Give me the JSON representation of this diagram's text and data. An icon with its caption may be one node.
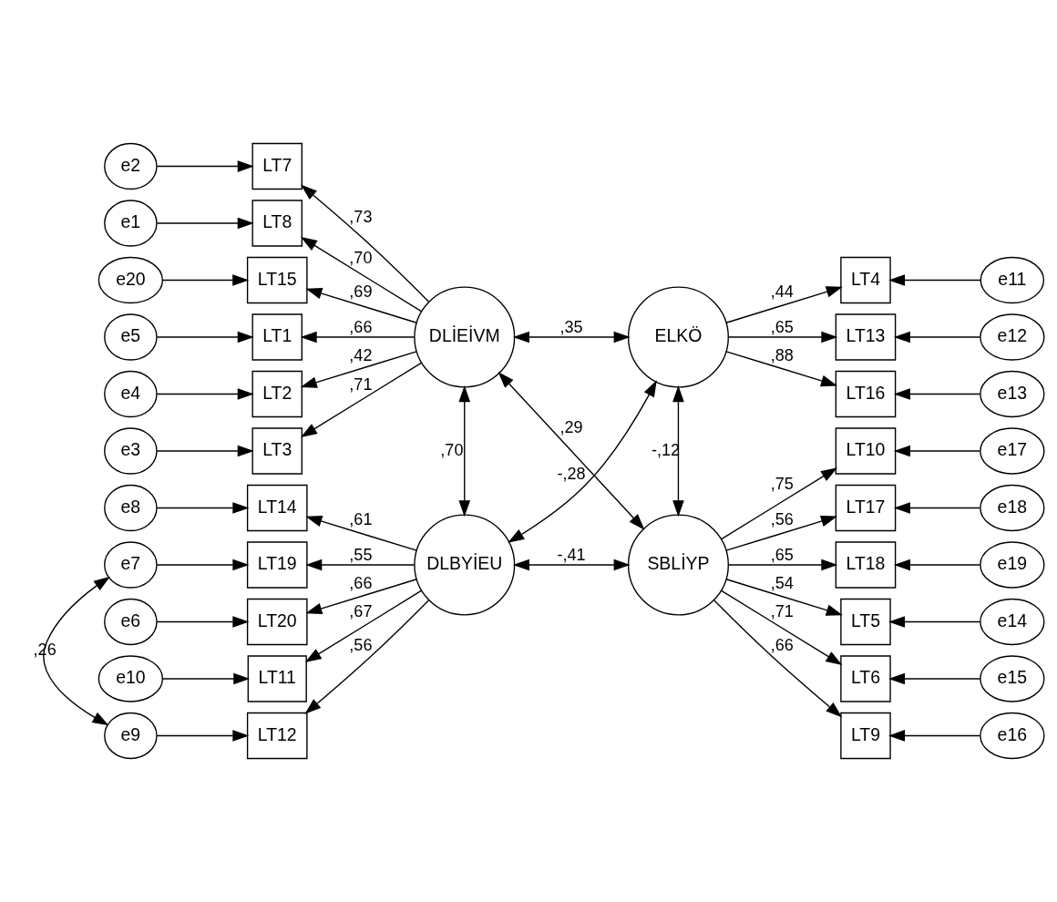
{
  "diagram": {
    "nodes": [
      {
        "text": [
          "e5"
        ]
      },
      {
        "text": [
          "LT1"
        ]
      },
      {
        "text": [
          "e4"
        ]
      },
      {
        "text": [
          "LT2"
        ]
      },
      {
        "text": [
          "e3"
        ]
      },
      {
        "text": [
          "LT3"
        ]
      },
      {
        "text": [
          "e2"
        ]
      },
      {
        "text": [
          "LT7"
        ]
      },
      {
        "text": [
          "e1"
        ]
      },
      {
        "text": [
          "LT8"
        ]
      },
      {
        "text": [
          "e20"
        ]
      },
      {
        "text": [
          "LT15"
        ]
      },
      {
        "text": [
          "DLİEİVM"
        ]
      },
      {
        "text": [
          "e10"
        ]
      },
      {
        "text": [
          "LT11"
        ]
      },
      {
        "text": [
          "e9"
        ]
      },
      {
        "text": [
          "LT12"
        ]
      },
      {
        "text": [
          "e8"
        ]
      },
      {
        "text": [
          "LT14"
        ]
      },
      {
        "text": [
          "e7"
        ]
      },
      {
        "text": [
          "LT19"
        ]
      },
      {
        "text": [
          "e6"
        ]
      },
      {
        "text": [
          "LT20"
        ]
      },
      {
        "text": [
          "DLBYİEU"
        ]
      },
      {
        "text": [
          "ELKÖ"
        ]
      },
      {
        "text": [
          "LT4"
        ]
      },
      {
        "text": [
          "e11"
        ]
      },
      {
        "text": [
          "LT13"
        ]
      },
      {
        "text": [
          "e12"
        ]
      },
      {
        "text": [
          "LT16"
        ]
      },
      {
        "text": [
          "e13"
        ]
      },
      {
        "text": [
          "SBLİYP"
        ]
      },
      {
        "text": [
          "LT5"
        ]
      },
      {
        "text": [
          "e14"
        ]
      },
      {
        "text": [
          "LT6"
        ]
      },
      {
        "text": [
          "e15"
        ]
      },
      {
        "text": [
          "LT9"
        ]
      },
      {
        "text": [
          "e16"
        ]
      },
      {
        "text": [
          "LT10"
        ]
      },
      {
        "text": [
          "e17"
        ]
      },
      {
        "text": [
          "LT17"
        ]
      },
      {
        "text": [
          "e18"
        ]
      },
      {
        "text": [
          "LT18"
        ]
      },
      {
        "text": [
          "e19"
        ]
      }
    ],
    "edges": [
      {
        "from": 0,
        "to": 1,
        "arrow": "to"
      },
      {
        "from": 2,
        "to": 3,
        "arrow": "to"
      },
      {
        "from": 4,
        "to": 5,
        "arrow": "to"
      },
      {
        "from": 6,
        "to": 7,
        "arrow": "to"
      },
      {
        "from": 8,
        "to": 9,
        "arrow": "to"
      },
      {
        "from": 10,
        "to": 11,
        "arrow": "to"
      },
      {
        "from": 12,
        "to": 1,
        "arrow": "to",
        "label": ",66"
      },
      {
        "from": 12,
        "to": 3,
        "arrow": "to",
        "label": ",42"
      },
      {
        "from": 12,
        "to": 5,
        "arrow": "to",
        "label": ",71"
      },
      {
        "from": 12,
        "to": 7,
        "arrow": "to",
        "label": ",73"
      },
      {
        "from": 12,
        "to": 9,
        "arrow": "to",
        "label": ",70"
      },
      {
        "from": 12,
        "to": 11,
        "arrow": "to",
        "label": ",69"
      },
      {
        "from": 13,
        "to": 14,
        "arrow": "to"
      },
      {
        "from": 15,
        "to": 16,
        "arrow": "to"
      },
      {
        "from": 17,
        "to": 18,
        "arrow": "to"
      },
      {
        "from": 19,
        "to": 20,
        "arrow": "to"
      },
      {
        "from": 21,
        "to": 22,
        "arrow": "to"
      },
      {
        "from": 15,
        "to": 19,
        "arrow": "both",
        "label": ",26"
      },
      {
        "from": 23,
        "to": 14,
        "arrow": "to",
        "label": ",67"
      },
      {
        "from": 23,
        "to": 16,
        "arrow": "to",
        "label": ",56"
      },
      {
        "from": 23,
        "to": 18,
        "arrow": "to",
        "label": ",61"
      },
      {
        "from": 23,
        "to": 20,
        "arrow": "to",
        "label": ",55"
      },
      {
        "from": 23,
        "to": 22,
        "arrow": "to",
        "label": ",66"
      },
      {
        "from": 12,
        "to": 24,
        "arrow": "both",
        "label": ",35"
      },
      {
        "from": 12,
        "to": 31,
        "arrow": "both",
        "label": ",29"
      },
      {
        "from": 23,
        "to": 24,
        "arrow": "both",
        "label": "-,28"
      },
      {
        "from": 12,
        "to": 23,
        "arrow": "both",
        "label": ",70"
      },
      {
        "from": 23,
        "to": 31,
        "arrow": "both",
        "label": "-,41"
      },
      {
        "from": 24,
        "to": 31,
        "arrow": "both",
        "label": "-,12"
      },
      {
        "from": 24,
        "to": 25,
        "arrow": "to",
        "label": ",44"
      },
      {
        "from": 24,
        "to": 27,
        "arrow": "to",
        "label": ",65"
      },
      {
        "from": 24,
        "to": 29,
        "arrow": "to",
        "label": ",88"
      },
      {
        "from": 26,
        "to": 25,
        "arrow": "to"
      },
      {
        "from": 28,
        "to": 27,
        "arrow": "to"
      },
      {
        "from": 30,
        "to": 29,
        "arrow": "to"
      },
      {
        "from": 31,
        "to": 32,
        "arrow": "to",
        "label": ",54"
      },
      {
        "from": 31,
        "to": 34,
        "arrow": "to",
        "label": ",71"
      },
      {
        "from": 31,
        "to": 36,
        "arrow": "to",
        "label": ",66"
      },
      {
        "from": 31,
        "to": 38,
        "arrow": "to",
        "label": ",75"
      },
      {
        "from": 31,
        "to": 40,
        "arrow": "to",
        "label": ",56"
      },
      {
        "from": 31,
        "to": 42,
        "arrow": "to",
        "label": ",65"
      },
      {
        "from": 33,
        "to": 32,
        "arrow": "to"
      },
      {
        "from": 35,
        "to": 34,
        "arrow": "to"
      },
      {
        "from": 37,
        "to": 36,
        "arrow": "to"
      },
      {
        "from": 39,
        "to": 38,
        "arrow": "to"
      },
      {
        "from": 41,
        "to": 40,
        "arrow": "to"
      },
      {
        "from": 43,
        "to": 42,
        "arrow": "to"
      }
    ]
  }
}
